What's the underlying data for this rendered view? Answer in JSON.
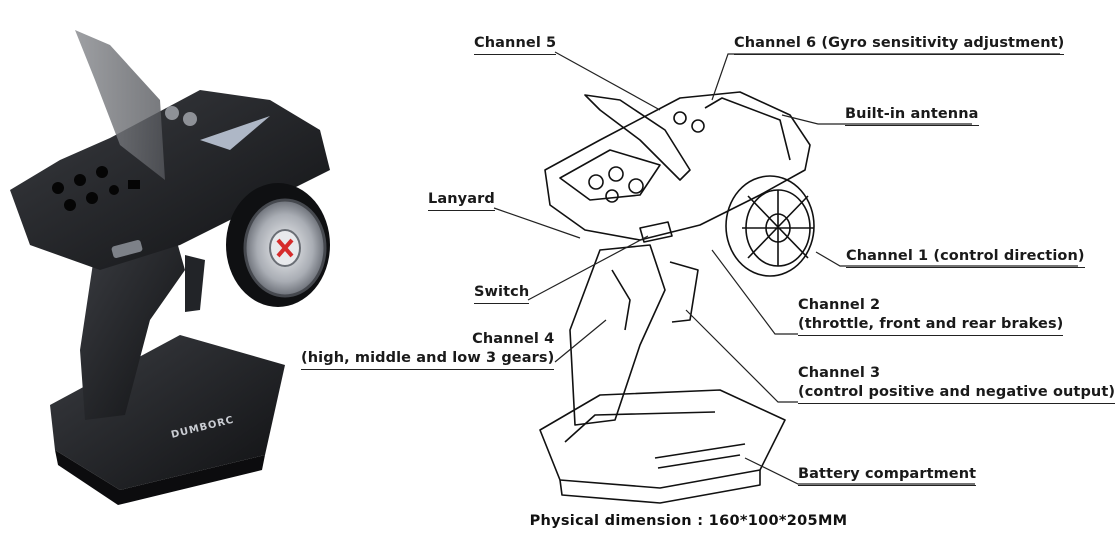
{
  "photo": {
    "brand_text": "DUMBORC"
  },
  "labels": {
    "channel5": "Channel 5",
    "channel6": "Channel 6 (Gyro sensitivity adjustment)",
    "antenna": "Built-in antenna",
    "lanyard": "Lanyard",
    "channel1": "Channel 1 (control direction)",
    "switch": "Switch",
    "channel2_line1": "Channel 2",
    "channel2_line2": "(throttle, front and rear brakes)",
    "channel4_line1": "Channel 4",
    "channel4_line2": "(high, middle and low 3 gears)",
    "channel3_line1": "Channel 3",
    "channel3_line2": "(control positive and negative output)",
    "battery": "Battery compartment"
  },
  "footer": {
    "dimension": "Physical dimension : 160*100*205MM"
  },
  "colors": {
    "photo_body": "#1b1c1f",
    "wheel_chrome": "#b9bcc2",
    "leader_line": "#222222"
  }
}
